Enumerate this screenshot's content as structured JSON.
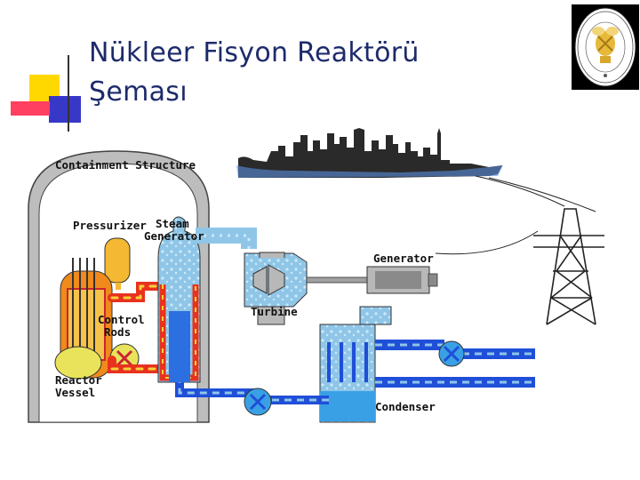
{
  "slide": {
    "title": "Nükleer  Fisyon  Reaktörü\nŞeması"
  },
  "diagram": {
    "labels": {
      "containment": "Containment Structure",
      "pressurizer": "Pressurizer",
      "steam_generator_line1": "Steam",
      "steam_generator_line2": "Generator",
      "generator": "Generator",
      "turbine": "Turbine",
      "control_rods_line1": "Control",
      "control_rods_line2": "Rods",
      "reactor_vessel_line1": "Reactor",
      "reactor_vessel_line2": "Vessel",
      "condenser": "Condenser"
    },
    "colors": {
      "hot_loop": "#e8321e",
      "cold_loop": "#1f4fd8",
      "steam": "#8fc6e8",
      "water": "#3aa0e6",
      "reactor": "#f08a1c",
      "equipment": "#b8b8b8",
      "city": "#2a2a2a"
    }
  },
  "logo": {
    "icon": "university-seal-icon"
  }
}
